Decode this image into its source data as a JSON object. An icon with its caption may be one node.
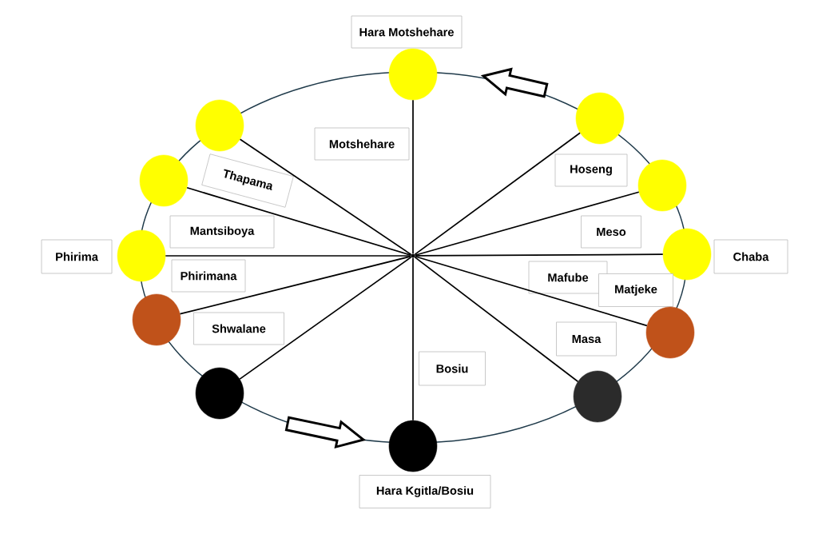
{
  "diagram": {
    "nodes": [
      {
        "text": [
          "Hara Motshehare"
        ]
      },
      {
        "text": [],
        "shape": "circle"
      },
      {
        "text": [],
        "shape": "circle"
      },
      {
        "text": [],
        "shape": "circle"
      },
      {
        "text": [
          "Motshehare"
        ]
      },
      {
        "text": [
          "Thapama"
        ]
      },
      {
        "text": [],
        "shape": "circle"
      },
      {
        "text": [
          "Hoseng"
        ]
      },
      {
        "text": [],
        "shape": "circle"
      },
      {
        "text": [
          "Mantsiboya"
        ]
      },
      {
        "text": [
          "Meso"
        ]
      },
      {
        "text": [
          "Phirima"
        ]
      },
      {
        "text": [],
        "shape": "circle"
      },
      {
        "text": [],
        "shape": "dot"
      },
      {
        "text": [],
        "shape": "circle"
      },
      {
        "text": [
          "Chaba"
        ]
      },
      {
        "text": [
          "Phirimana"
        ]
      },
      {
        "text": [
          "Mafube"
        ]
      },
      {
        "text": [
          "Matjeke"
        ]
      },
      {
        "text": [],
        "shape": "circle"
      },
      {
        "text": [
          "Shwalane"
        ]
      },
      {
        "text": [],
        "shape": "circle"
      },
      {
        "text": [
          "Masa"
        ]
      },
      {
        "text": [
          "Bosiu"
        ]
      },
      {
        "text": [],
        "shape": "circle"
      },
      {
        "text": [],
        "shape": "circle"
      },
      {
        "text": [],
        "shape": "circle"
      },
      {
        "text": [
          "Hara Kgitla/Bosiu"
        ]
      }
    ],
    "edges": [
      {
        "from": 13,
        "to": 1,
        "arrow": "none"
      },
      {
        "from": 13,
        "to": 2,
        "arrow": "none"
      },
      {
        "from": 13,
        "to": 3,
        "arrow": "none"
      },
      {
        "from": 13,
        "to": 6,
        "arrow": "none"
      },
      {
        "from": 13,
        "to": 8,
        "arrow": "none"
      },
      {
        "from": 13,
        "to": 12,
        "arrow": "none"
      },
      {
        "from": 13,
        "to": 14,
        "arrow": "none"
      },
      {
        "from": 13,
        "to": 19,
        "arrow": "none"
      },
      {
        "from": 13,
        "to": 21,
        "arrow": "none"
      },
      {
        "from": 13,
        "to": 24,
        "arrow": "none"
      },
      {
        "from": 13,
        "to": 25,
        "arrow": "none"
      },
      {
        "from": 13,
        "to": 26,
        "arrow": "none"
      }
    ]
  }
}
